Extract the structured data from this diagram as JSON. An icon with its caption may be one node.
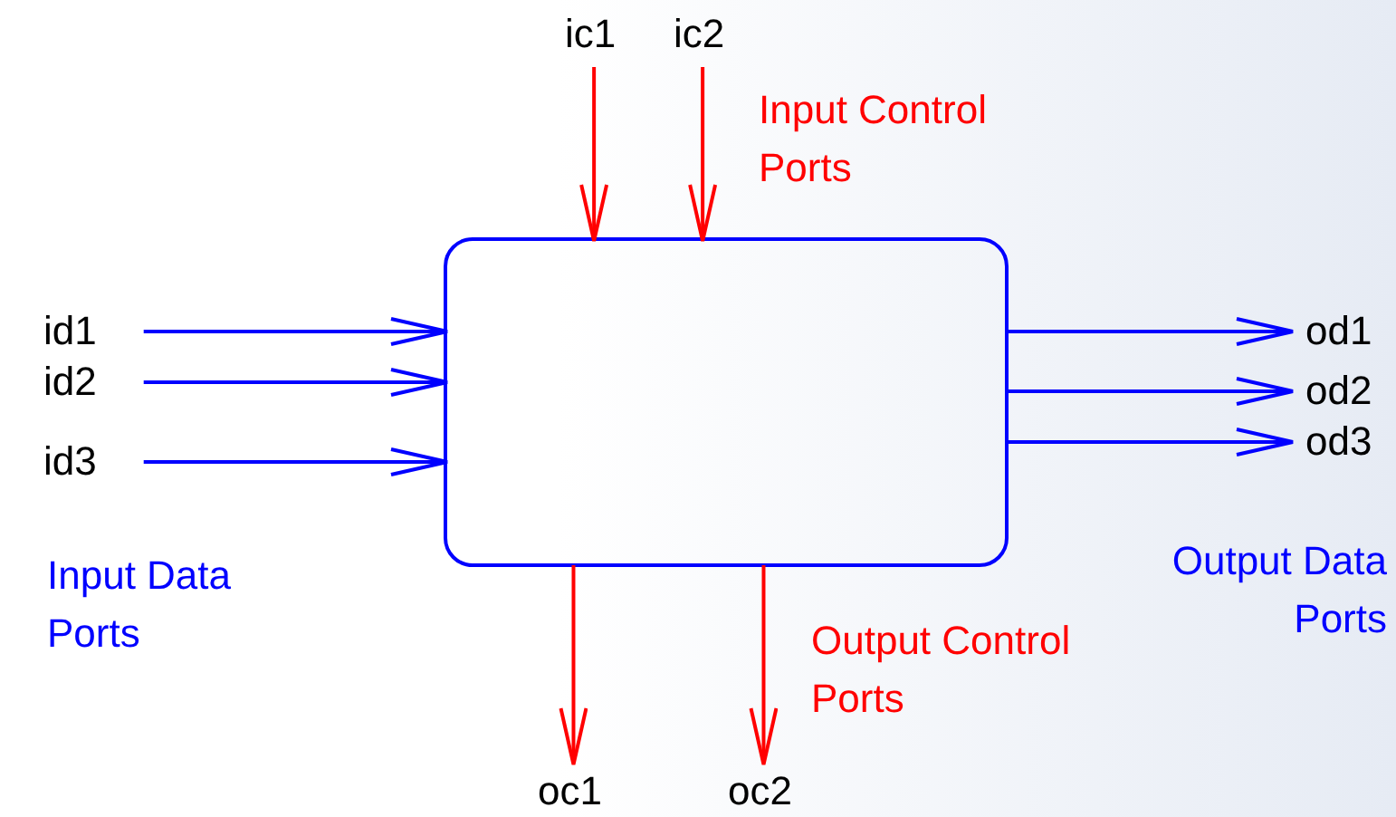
{
  "diagram": {
    "nodes": [
      {
        "text": [],
        "shape": "box"
      },
      {
        "text": [
          "ic1"
        ]
      },
      {
        "text": [
          "ic2"
        ]
      },
      {
        "text": [
          "id1"
        ]
      },
      {
        "text": [
          "id2"
        ]
      },
      {
        "text": [
          "id3"
        ]
      },
      {
        "text": [
          "od1"
        ]
      },
      {
        "text": [
          "od2"
        ]
      },
      {
        "text": [
          "od3"
        ]
      },
      {
        "text": [
          "oc1"
        ]
      },
      {
        "text": [
          "oc2"
        ]
      }
    ],
    "edges": [
      {
        "from": 1,
        "to": 0,
        "arrow": "to",
        "color": "#ff0000"
      },
      {
        "from": 2,
        "to": 0,
        "arrow": "to",
        "color": "#ff0000"
      },
      {
        "from": 3,
        "to": 0,
        "arrow": "to"
      },
      {
        "from": 4,
        "to": 0,
        "arrow": "to"
      },
      {
        "from": 5,
        "to": 0,
        "arrow": "to"
      },
      {
        "from": 0,
        "to": 6,
        "arrow": "to"
      },
      {
        "from": 0,
        "to": 7,
        "arrow": "to"
      },
      {
        "from": 0,
        "to": 8,
        "arrow": "to"
      },
      {
        "from": 0,
        "to": 9,
        "arrow": "to",
        "color": "#ff0000"
      },
      {
        "from": 0,
        "to": 10,
        "arrow": "to",
        "color": "#ff0000"
      }
    ],
    "labels": [
      "Input Control Ports",
      "Input Data Ports",
      "Output Control Ports",
      "Output Data Ports"
    ]
  }
}
